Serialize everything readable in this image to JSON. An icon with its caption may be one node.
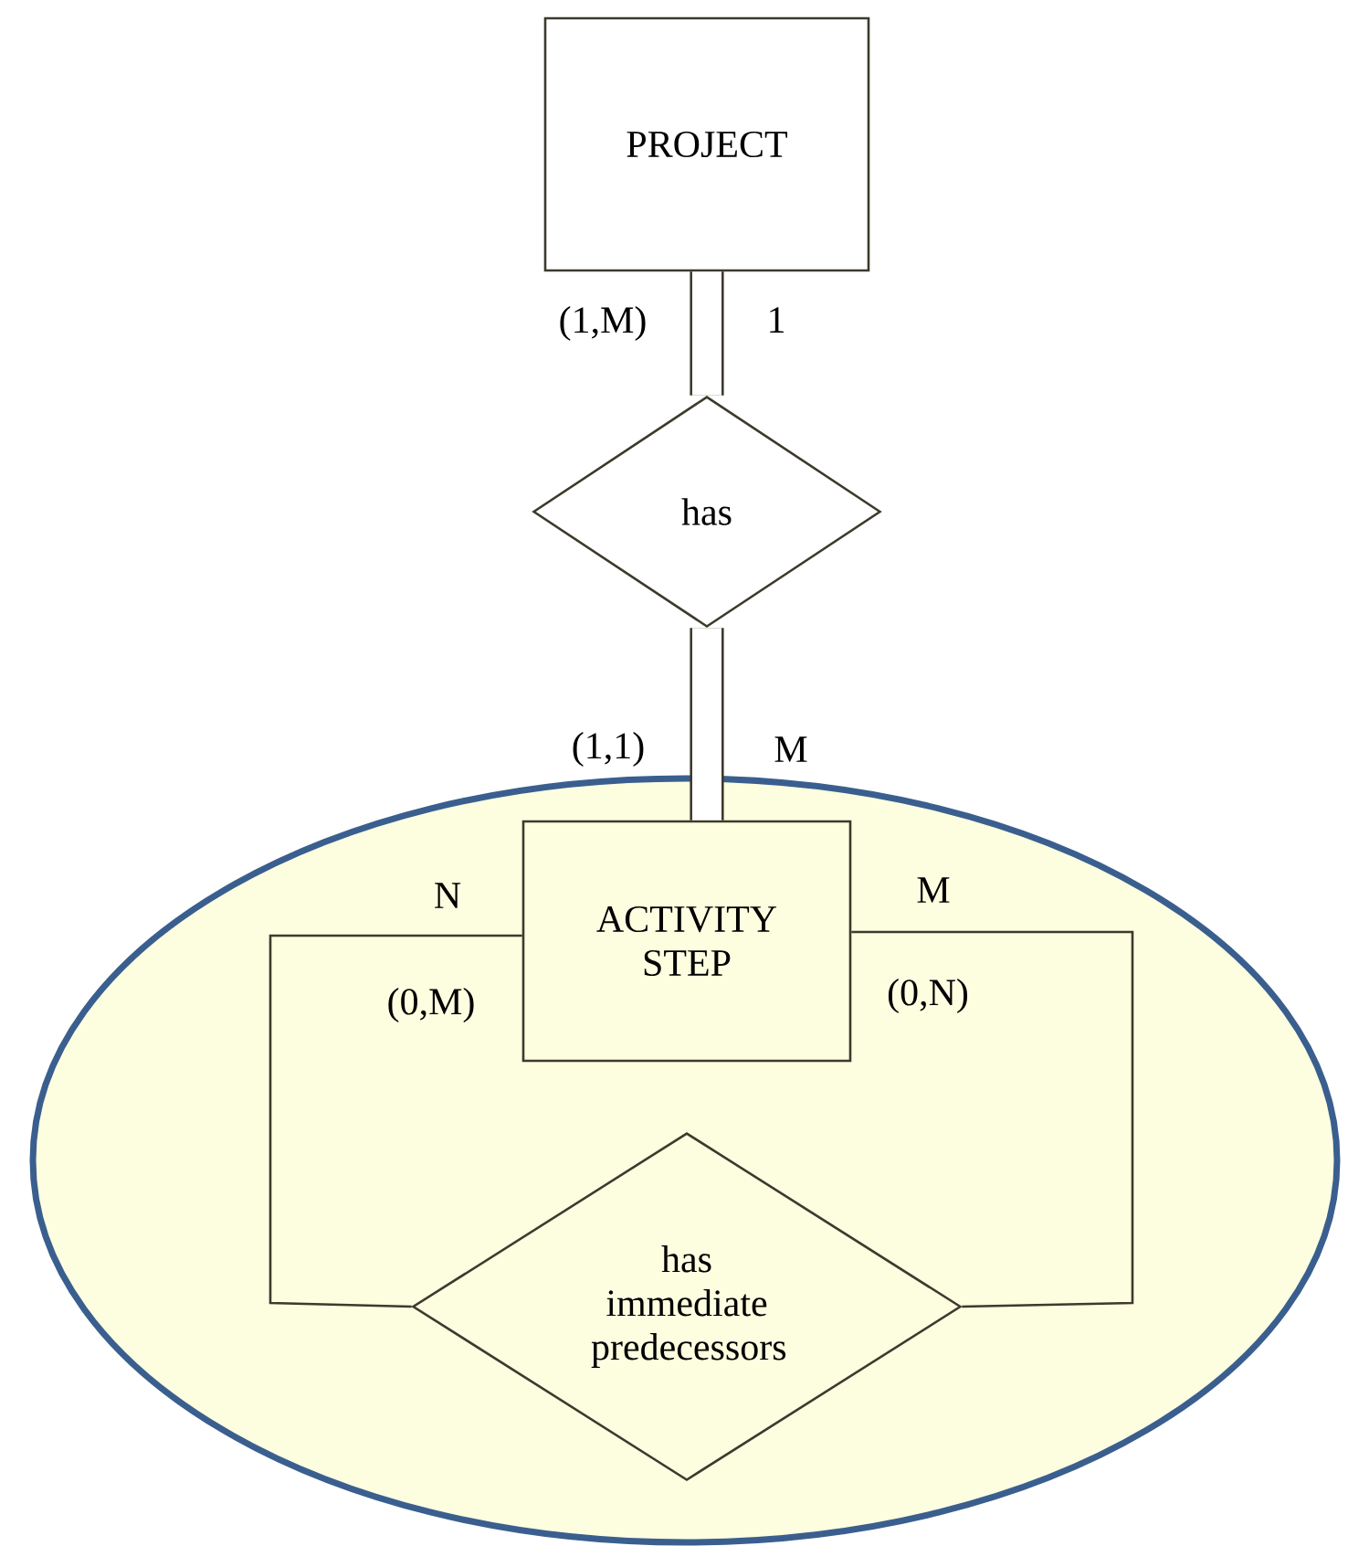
{
  "diagram": {
    "nodes": [
      {
        "text": [
          "PROJECT"
        ]
      },
      {
        "text": [
          "has"
        ]
      },
      {
        "text": [],
        "shape": "ellipse"
      },
      {
        "text": [
          "ACTIVITY STEP"
        ],
        "in": 2
      },
      {
        "text": [
          "has immediate predecessors"
        ],
        "in": 2
      }
    ],
    "edges": [
      {
        "from": 0,
        "to": 1,
        "arrow": "none",
        "style": "thick"
      },
      {
        "from": 1,
        "to": 3,
        "arrow": "none",
        "style": "thick"
      },
      {
        "from": 3,
        "to": 4,
        "arrow": "none"
      },
      {
        "from": 3,
        "to": 4,
        "arrow": "none"
      }
    ],
    "labels": [
      "(1,M)",
      "1",
      "(1,1)",
      "M",
      "N",
      "M",
      "(0,M)",
      "(0,N)"
    ]
  }
}
